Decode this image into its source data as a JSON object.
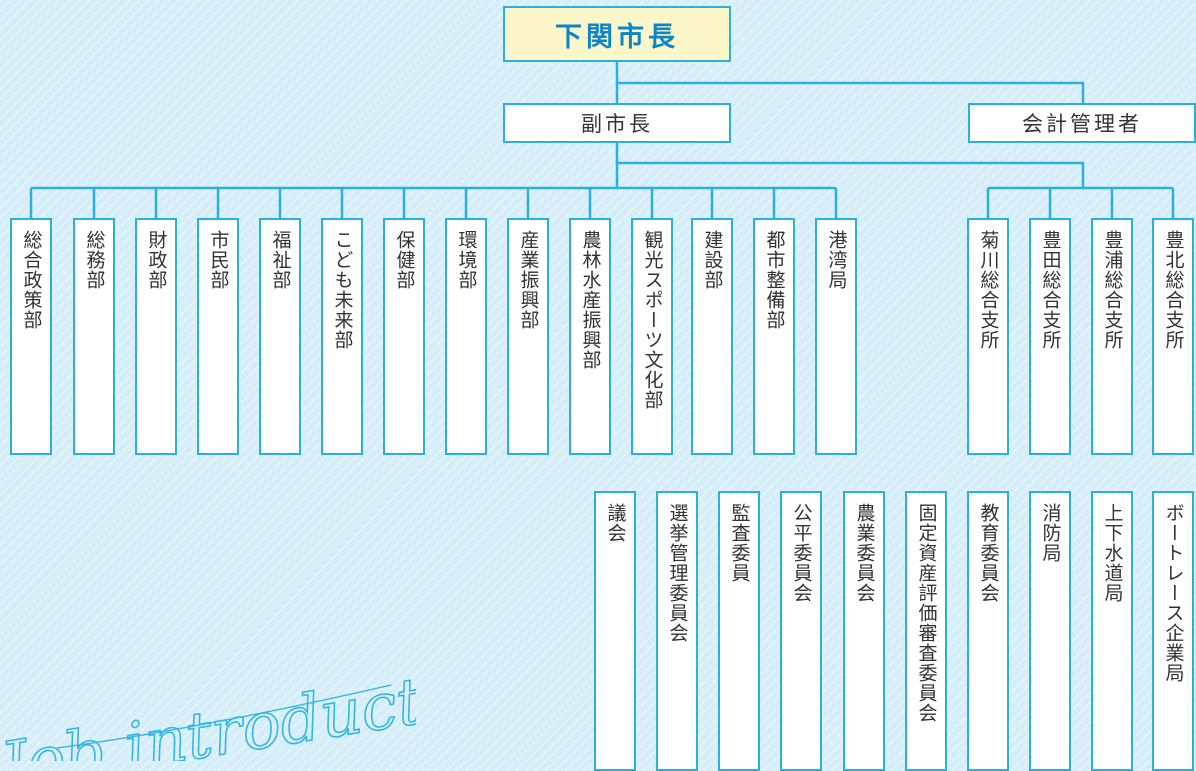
{
  "mayor": "下関市長",
  "vice_mayor": "副市長",
  "accountant": "会計管理者",
  "departments": [
    "総合政策部",
    "総務部",
    "財政部",
    "市民部",
    "福祉部",
    "こども未来部",
    "保健部",
    "環境部",
    "産業振興部",
    "農林水産振興部",
    "観光スポーツ文化部",
    "建設部",
    "都市整備部",
    "港湾局"
  ],
  "branches": [
    "菊川総合支所",
    "豊田総合支所",
    "豊浦総合支所",
    "豊北総合支所"
  ],
  "independent": [
    "議会",
    "選挙管理委員会",
    "監査委員",
    "公平委員会",
    "農業委員会",
    "固定資産評価審査委員会",
    "教育委員会",
    "消防局",
    "上下水道局",
    "ボートレース企業局"
  ],
  "logo_text": "Job introduction",
  "colors": {
    "line": "#2ab0df",
    "mayor_bg": "#fdf6c8",
    "mayor_text": "#0a86c9",
    "background": "#d6eef9"
  }
}
